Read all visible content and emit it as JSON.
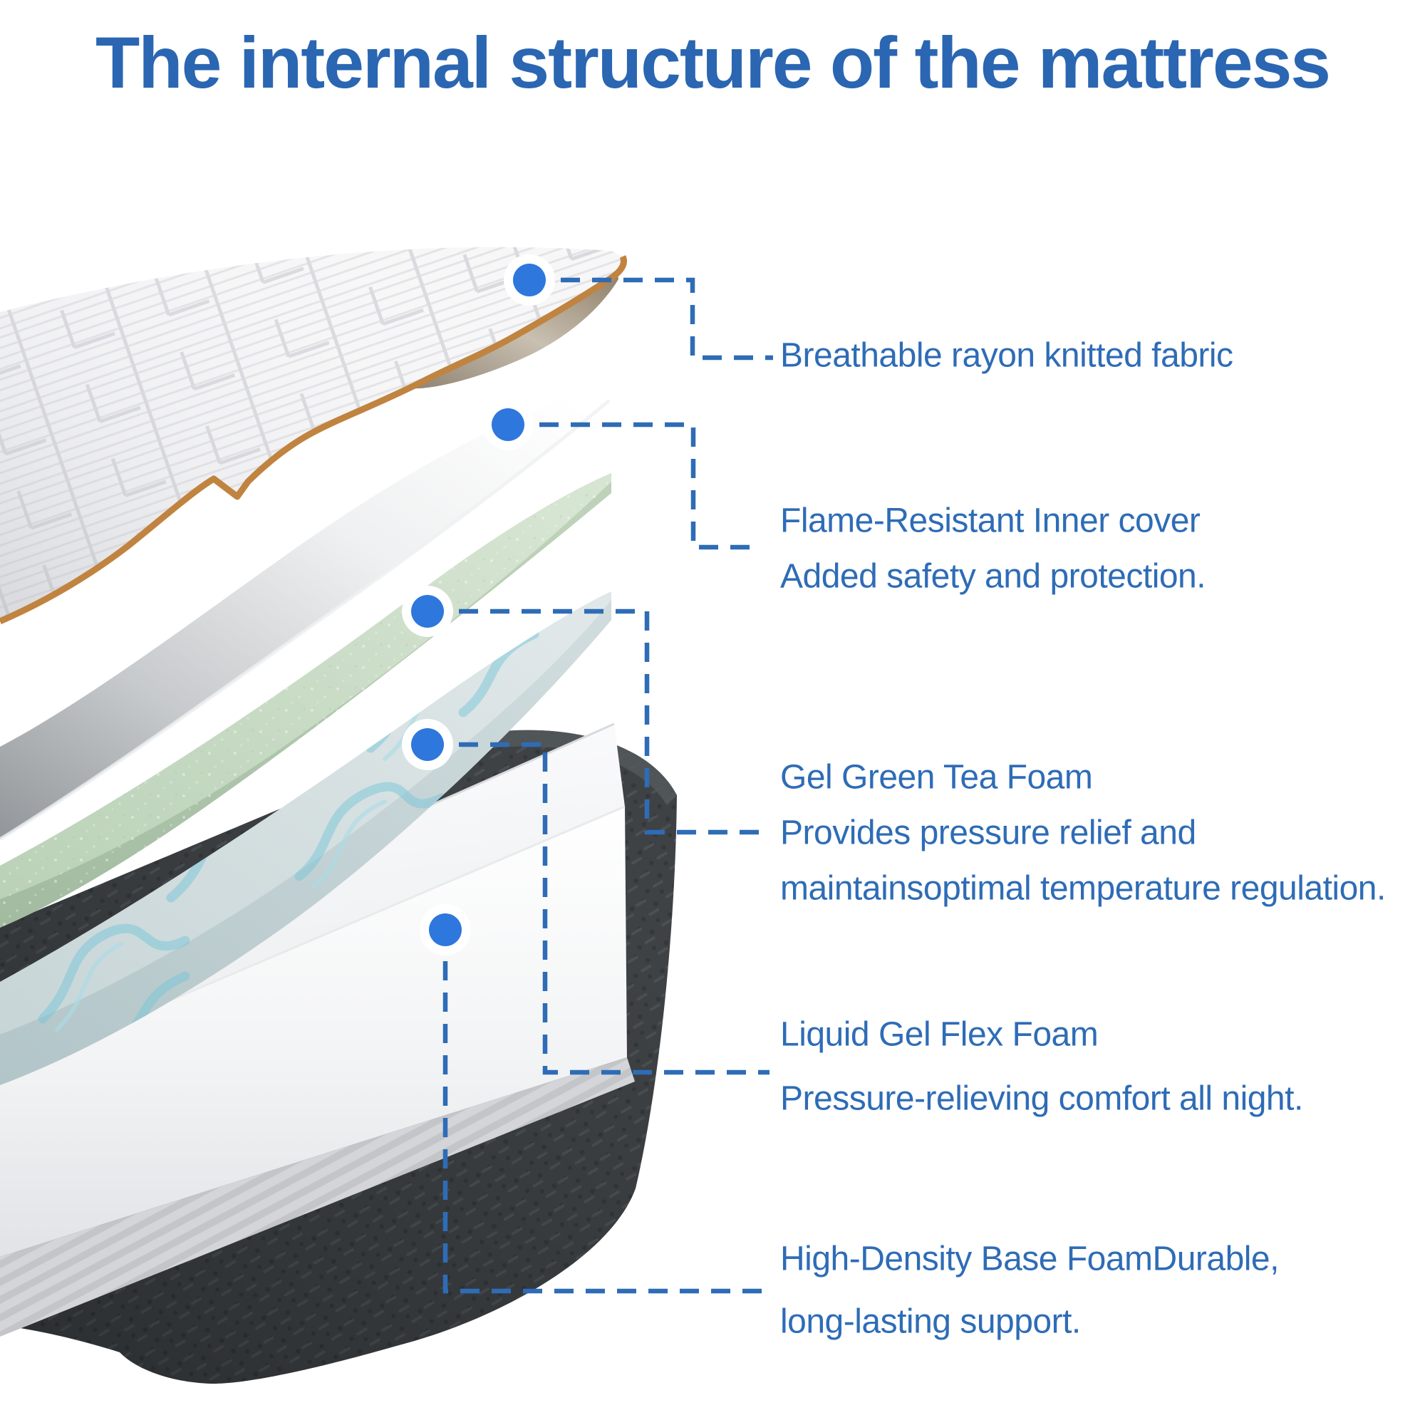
{
  "title": "The internal structure of the mattress",
  "colors": {
    "title_blue": "#2a66b2",
    "label_blue": "#2e6cb6",
    "connector_blue": "#2e6cb6",
    "dot_blue": "#2e77dd",
    "fabric_piping_orange": "#c08440",
    "green_tea_foam": "#c3d6bf",
    "gel_swirl_foam": "#cfdcde",
    "gel_swirl_accent": "#78c6d8",
    "white_foam": "#f4f5f6",
    "base_fabric_dark": "#3e4245"
  },
  "callouts": [
    {
      "id": "knitted-fabric",
      "lines": [
        "Breathable rayon knitted fabric"
      ]
    },
    {
      "id": "inner-cover",
      "lines": [
        "Flame-Resistant Inner cover",
        "Added safety and protection."
      ]
    },
    {
      "id": "green-tea-foam",
      "lines": [
        "Gel Green Tea Foam",
        "Provides pressure relief and",
        "maintainsoptimal temperature regulation."
      ]
    },
    {
      "id": "liquid-gel-flex-foam",
      "lines": [
        "Liquid Gel Flex Foam",
        "Pressure-relieving comfort all night."
      ]
    },
    {
      "id": "high-density-base-foam",
      "lines": [
        "High-Density Base FoamDurable,",
        "long-lasting support."
      ]
    }
  ],
  "icons": {
    "marker": "callout-dot-icon"
  }
}
